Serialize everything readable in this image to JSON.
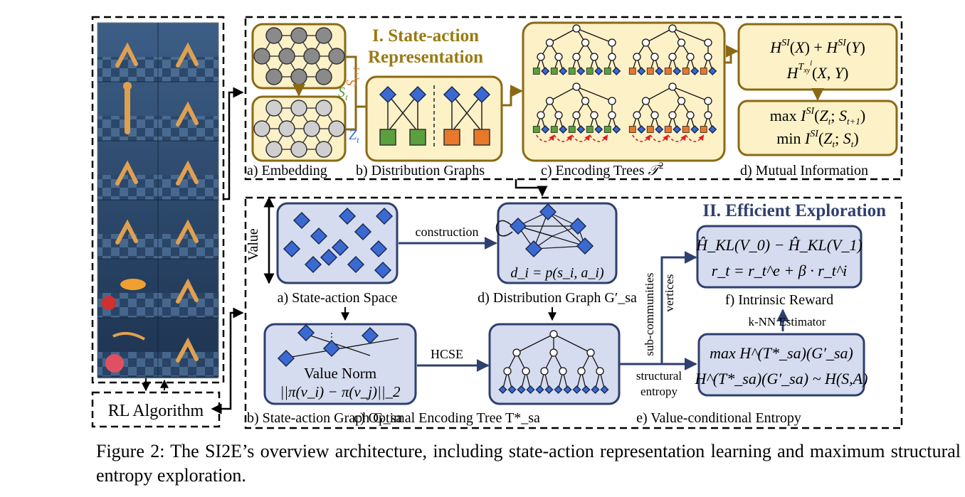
{
  "section1": {
    "title_line1": "I. State-action",
    "title_line2": "Representation",
    "state_label": "S",
    "state_sub": "t",
    "next_state_label": "S",
    "next_state_sub": "t+1",
    "latent_label": "Z",
    "latent_sub": "t",
    "labels": {
      "embedding": "a) Embedding",
      "distribution_graphs": "b) Distribution Graphs",
      "encoding_trees": "c) Encoding Trees",
      "encoding_trees_math": "𝒯",
      "encoding_trees_sup": "2",
      "mutual_information": "d) Mutual Information"
    },
    "formulas": {
      "entropy_sum": "H^SI(X) + H^SI(Y)",
      "joint_entropy": "H^(T_xy^l)(X,Y)",
      "max_mi": "max I^SI(Z_t; S_t+1)",
      "min_mi": "min I^SI(Z_t; S_t)"
    }
  },
  "section2": {
    "title": "II. Efficient Exploration",
    "value_axis": "Value",
    "construction": "construction",
    "hcse": "HCSE",
    "value_norm": "Value Norm",
    "value_norm_formula": "||π(v_i) − π(v_j)||_2",
    "distribution_formula": "d_i = p(s_i, a_i)",
    "sub_communities": "sub-communities",
    "vertices": "vertices",
    "structural": "structural",
    "entropy": "entropy",
    "knn": "k-NN Estimator",
    "labels": {
      "state_action_space": "a) State-action Space",
      "state_action_graph": "b) State-action Graph G_sa",
      "optimal_tree": "c) Optimal Encoding Tree T*_sa",
      "distribution_graph": "d) Distribution Graph G′_sa",
      "value_conditional": "e) Value-conditional Entropy",
      "intrinsic_reward": "f) Intrinsic Reward"
    },
    "formulas": {
      "kl_diff": "Ĥ_KL(V_0) − Ĥ_KL(V_1)",
      "reward": "r_t = r_t^e + β · r_t^i",
      "max_entropy": "max H^(T*_sa)(G′_sa)",
      "approx": "H^(T*_sa)(G′_sa) ~ H(S,A)"
    }
  },
  "rl_algorithm": "RL Algorithm",
  "caption": "Figure 2: The SI2E’s overview architecture, including state-action representation learning and maximum structural entropy exploration.",
  "colors": {
    "gold_border": "#8b6914",
    "gold_fill": "#fdf1c7",
    "gold_title": "#9a7a12",
    "blue_border": "#2f3f6e",
    "blue_fill": "#d6dcef",
    "blue_title": "#2f3f6e",
    "diamond": "#3a6ad1",
    "green": "#5aa03c",
    "orange": "#e8782a",
    "red_dashed": "#e02020",
    "state_green": "#4e9a3a",
    "state_orange": "#e07a28",
    "latent_blue": "#3c6fd0"
  }
}
